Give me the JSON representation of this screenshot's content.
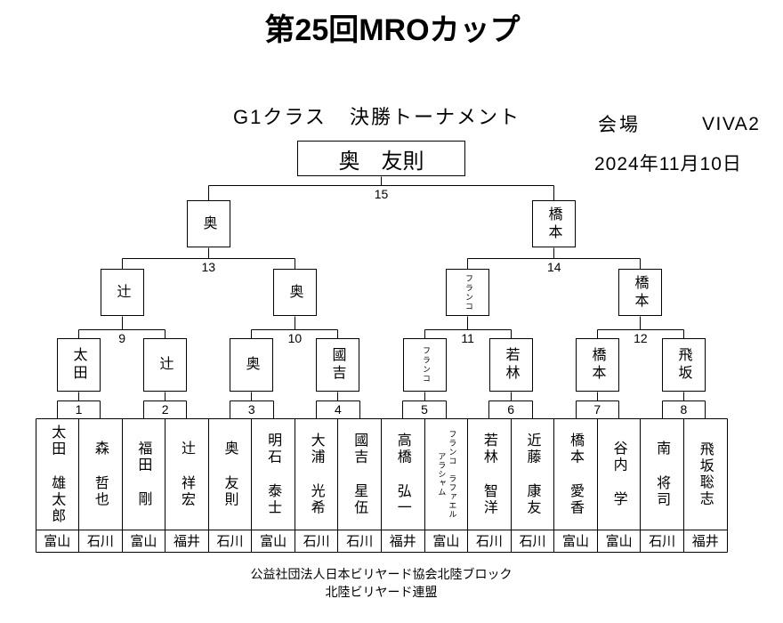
{
  "title": "第25回MROカップ",
  "subtitle": "G1クラス 決勝トーナメント",
  "venue": {
    "label": "会場",
    "name": "VIVA2"
  },
  "date": "2024年11月10日",
  "champion": "奥　友則",
  "rounds": [
    [
      {
        "no": 1,
        "winner": "太田"
      },
      {
        "no": 2,
        "winner": "辻"
      },
      {
        "no": 3,
        "winner": "奥"
      },
      {
        "no": 4,
        "winner": "國吉"
      },
      {
        "no": 5,
        "winner": "フランコ"
      },
      {
        "no": 6,
        "winner": "若林"
      },
      {
        "no": 7,
        "winner": "橋本"
      },
      {
        "no": 8,
        "winner": "飛坂"
      }
    ],
    [
      {
        "no": 9,
        "winner": "辻"
      },
      {
        "no": 10,
        "winner": "奥"
      },
      {
        "no": 11,
        "winner": "フランコ"
      },
      {
        "no": 12,
        "winner": "橋本"
      }
    ],
    [
      {
        "no": 13,
        "winner": "奥"
      },
      {
        "no": 14,
        "winner": "橋本"
      }
    ],
    [
      {
        "no": 15
      }
    ]
  ],
  "players": [
    {
      "name": [
        "太田",
        "雄太郎"
      ],
      "pref": "富山"
    },
    {
      "name": [
        "森",
        "哲也"
      ],
      "pref": "石川"
    },
    {
      "name": [
        "福田",
        "剛"
      ],
      "pref": "富山"
    },
    {
      "name": [
        "辻",
        "祥宏"
      ],
      "pref": "福井"
    },
    {
      "name": [
        "奥",
        "友則"
      ],
      "pref": "石川"
    },
    {
      "name": [
        "明石",
        "泰士"
      ],
      "pref": "富山"
    },
    {
      "name": [
        "大浦",
        "光希"
      ],
      "pref": "石川"
    },
    {
      "name": [
        "國吉",
        "星伍"
      ],
      "pref": "石川"
    },
    {
      "name": [
        "高橋",
        "弘一"
      ],
      "pref": "福井"
    },
    {
      "name": [
        "フランコ　ラファエル",
        "アラシャム"
      ],
      "pref": "富山"
    },
    {
      "name": [
        "若林",
        "智洋"
      ],
      "pref": "石川"
    },
    {
      "name": [
        "近藤",
        "康友"
      ],
      "pref": "石川"
    },
    {
      "name": [
        "橋本",
        "愛香"
      ],
      "pref": "富山"
    },
    {
      "name": [
        "谷内",
        "学"
      ],
      "pref": "富山"
    },
    {
      "name": [
        "南",
        "将司"
      ],
      "pref": "石川"
    },
    {
      "name": [
        "飛坂聡志"
      ],
      "pref": "福井"
    }
  ],
  "footer": [
    "公益社団法人日本ビリヤード協会北陸ブロック",
    "北陸ビリヤード連盟"
  ]
}
